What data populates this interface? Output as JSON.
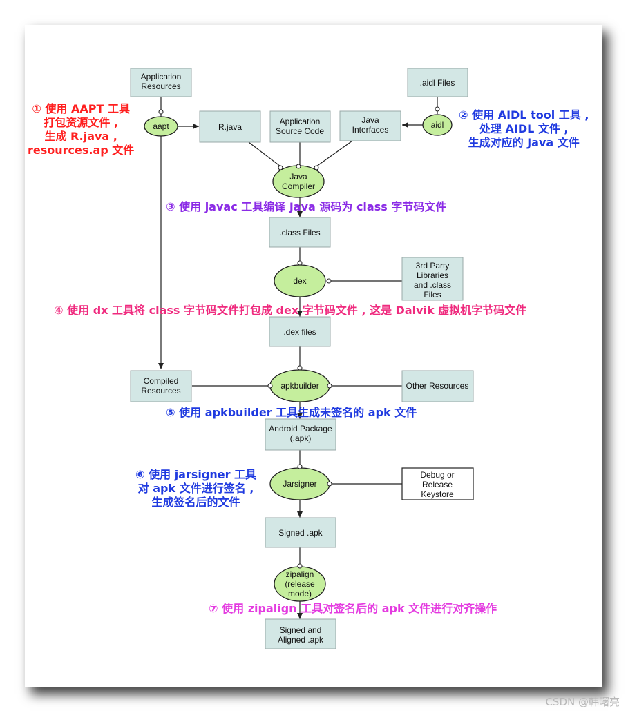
{
  "nodes": {
    "app_resources": "Application\nResources",
    "aidl_files": ".aidl Files",
    "aapt": "aapt",
    "rjava": "R.java",
    "app_source": "Application\nSource Code",
    "java_interfaces": "Java\nInterfaces",
    "aidl": "aidl",
    "java_compiler": "Java\nCompiler",
    "class_files": ".class Files",
    "dex": "dex",
    "third_party": "3rd Party\nLibraries\nand .class\nFiles",
    "dex_files": ".dex files",
    "compiled_resources": "Compiled\nResources",
    "apkbuilder": "apkbuilder",
    "other_resources": "Other Resources",
    "android_package": "Android Package\n(.apk)",
    "jarsigner": "Jarsigner",
    "keystore": "Debug or\nRelease\nKeystore",
    "signed_apk": "Signed .apk",
    "zipalign": "zipalign\n(release\nmode)",
    "signed_aligned": "Signed and\nAligned .apk"
  },
  "annotations": {
    "step1": [
      "① 使用 AAPT 工具",
      "打包资源文件 ,",
      "生成 R.java ,",
      "resources.ap 文件"
    ],
    "step2": [
      "② 使用 AIDL tool 工具 ,",
      "处理 AIDL 文件 ,",
      "生成对应的 Java 文件"
    ],
    "step3": "③ 使用 javac 工具编译 Java 源码为 class 字节码文件",
    "step4": "④ 使用 dx 工具将 class 字节码文件打包成 dex 字节码文件 , 这是 Dalvik 虚拟机字节码文件",
    "step5": "⑤ 使用 apkbuilder 工具生成未签名的 apk 文件",
    "step6": [
      "⑥ 使用 jarsigner 工具",
      "对 apk 文件进行签名 ,",
      "生成签名后的文件"
    ],
    "step7": "⑦ 使用 zipalign 工具对签名后的 apk 文件进行对齐操作"
  },
  "colors": {
    "box_fill": "#d3e7e5",
    "node_fill": "#c5ee9d",
    "step1": "#ff1f1f",
    "step2": "#1f3ae0",
    "step3": "#8b2be6",
    "step4": "#ef2a7e",
    "step5": "#1f3ae0",
    "step6": "#1f3ae0",
    "step7": "#e43be0"
  },
  "watermark": "CSDN @韩曙亮"
}
